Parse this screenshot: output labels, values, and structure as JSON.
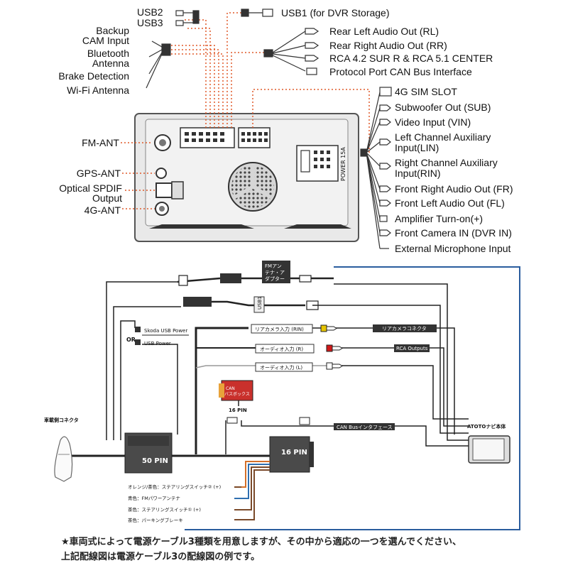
{
  "top_left_labels": {
    "usb2": "USB2",
    "usb3": "USB3",
    "backup_cam": [
      "Backup",
      "CAM Input"
    ],
    "bluetooth": [
      "Bluetooth",
      "Antenna"
    ],
    "brake": "Brake Detection",
    "wifi": "Wi-Fi Antenna"
  },
  "top_right_labels": {
    "usb1": "USB1 (for DVR Storage)",
    "rear_left": "Rear Left Audio Out (RL)",
    "rear_right": "Rear Right Audio Out (RR)",
    "rca_sur": "RCA 4.2 SUR R & RCA 5.1 CENTER",
    "protocol": "Protocol Port CAN Bus Interface"
  },
  "side_left_labels": {
    "fm_ant": "FM-ANT",
    "gps_ant": "GPS-ANT",
    "spdif": [
      "Optical SPDIF",
      "Output"
    ],
    "ant4g": "4G-ANT"
  },
  "right_labels": [
    [
      "4G SIM SLOT"
    ],
    [
      "Subwoofer Out (SUB)"
    ],
    [
      "Video Input (VIN)"
    ],
    [
      "Left Channel Auxiliary",
      "Input(LIN)"
    ],
    [
      "Right Channel Auxiliary",
      "Input(RIN)"
    ],
    [
      "Front Right Audio Out (FR)"
    ],
    [
      "Front Left Audio Out (FL)"
    ],
    [
      "Amplifier Turn-on(+)"
    ],
    [
      "Front Camera IN (DVR IN)"
    ],
    [
      "External Microphone Input"
    ]
  ],
  "unit": {
    "power_label": "POWER 15A"
  },
  "wiring": {
    "fm_adapter": [
      "FMアン",
      "テナ・ア",
      "ダプター"
    ],
    "usb1_tag": "USB1",
    "skoda_usb": "Skoda USB Power",
    "usb_power": "USB Power",
    "or": "OR",
    "rear_cam_in": "リアカメラ入力 (RIN)",
    "audio_r": "オーディオ入力 (R)",
    "audio_l": "オーディオ入力 (L)",
    "rear_cam_conn": "リアカメラコネクタ",
    "rca_outputs": "RCA Outputs",
    "can_box": [
      "CAN",
      "バスボックス"
    ],
    "pin16_small": "16 PIN",
    "can_if": "CAN Busインタフェース",
    "atoto_unit": "ATOTOナビ本体",
    "vehicle_conn": "車載側コネクタ",
    "pin50": "50 PIN",
    "pin16": "16 PIN",
    "wires": [
      "オレンジ/茶色：ステアリングスイッチ② (+)",
      "青色：FMパワーアンテナ",
      "茶色：ステアリングスイッチ① (+)",
      "茶色：パーキングブレーキ"
    ],
    "colors": {
      "orange": "#d4702a",
      "blue": "#2f6fb0",
      "brown": "#7a4a2a",
      "rca_red": "#d01818",
      "rca_yellow": "#e6c400",
      "frame_blue": "#2a5d9e"
    }
  },
  "notes": [
    "★車両式によって電源ケーブル3種類を用意しますが、その中から適応の一つを選んでください、",
    "上記配線図は電源ケーブル3の配線図の例です。"
  ]
}
